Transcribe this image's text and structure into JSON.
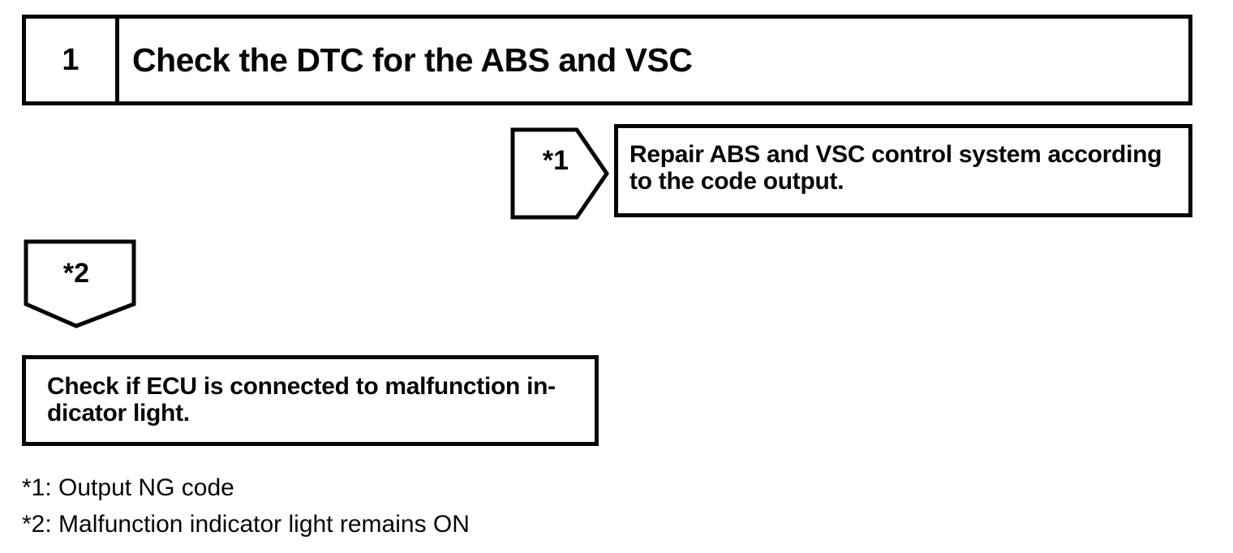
{
  "page": {
    "background": "#ffffff",
    "ink": "#060606"
  },
  "step": {
    "number": "1",
    "title": "Check the DTC for the ABS and VSC"
  },
  "branch1": {
    "label": "*1",
    "result_line1": "Repair ABS and VSC control system according",
    "result_line2": "to the code output."
  },
  "branch2": {
    "label": "*2",
    "action_line1": "Check if ECU is connected to malfunction in-",
    "action_line2": "dicator light."
  },
  "footnotes": [
    "*1: Output NG code",
    "*2: Malfunction indicator light remains ON"
  ]
}
